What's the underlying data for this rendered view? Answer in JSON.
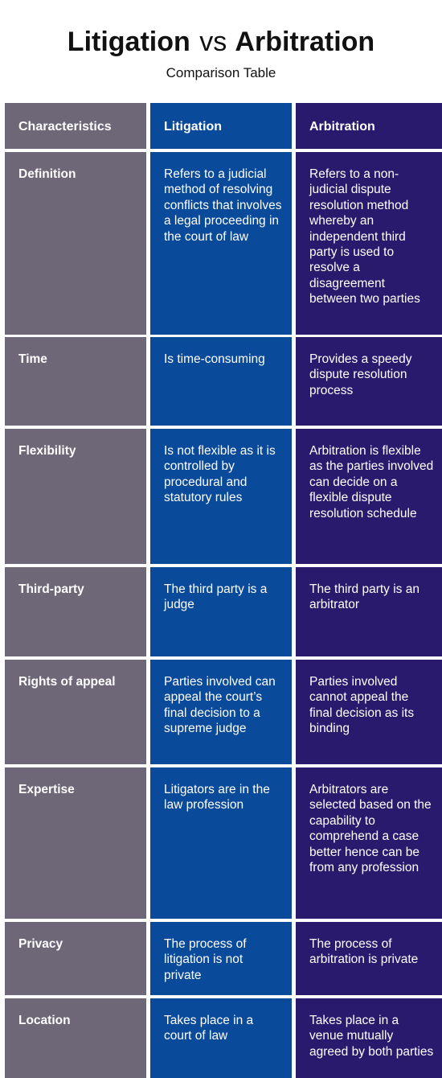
{
  "header": {
    "title_left": "Litigation",
    "title_vs": "vs",
    "title_right": "Arbitration",
    "subtitle": "Comparison Table"
  },
  "colors": {
    "characteristics_column": "#6e6778",
    "litigation_column": "#0a4a9a",
    "arbitration_column": "#2a1a6e"
  },
  "table": {
    "columns": [
      "Characteristics",
      "Litigation",
      "Arbitration"
    ],
    "rows": [
      {
        "characteristic": "Definition",
        "litigation": "Refers to a judicial method of resolving conflicts that involves a legal proceeding in the court of law",
        "arbitration": "Refers to a non-judicial dispute resolution method whereby an independent third party is used to resolve a disagreement between two parties"
      },
      {
        "characteristic": "Time",
        "litigation": "Is time-consuming",
        "arbitration": "Provides a speedy dispute resolution process"
      },
      {
        "characteristic": "Flexibility",
        "litigation": "Is not flexible as it is controlled by procedural and statutory rules",
        "arbitration": "Arbitration is flexible as the parties involved can decide on a flexible dispute resolution schedule"
      },
      {
        "characteristic": "Third-party",
        "litigation": "The third party is a judge",
        "arbitration": "The third party is an arbitrator"
      },
      {
        "characteristic": "Rights of appeal",
        "litigation": "Parties involved can appeal the court’s final decision to a supreme judge",
        "arbitration": "Parties involved cannot appeal the final decision as its binding"
      },
      {
        "characteristic": "Expertise",
        "litigation": "Litigators are in the law profession",
        "arbitration": "Arbitrators are selected based on the capability to comprehend a case better hence can be from any profession"
      },
      {
        "characteristic": "Privacy",
        "litigation": "The process of litigation is not private",
        "arbitration": "The process of arbitration is private"
      },
      {
        "characteristic": "Location",
        "litigation": "Takes place in a court of law",
        "arbitration": "Takes place in a venue mutually agreed by both parties"
      }
    ]
  }
}
